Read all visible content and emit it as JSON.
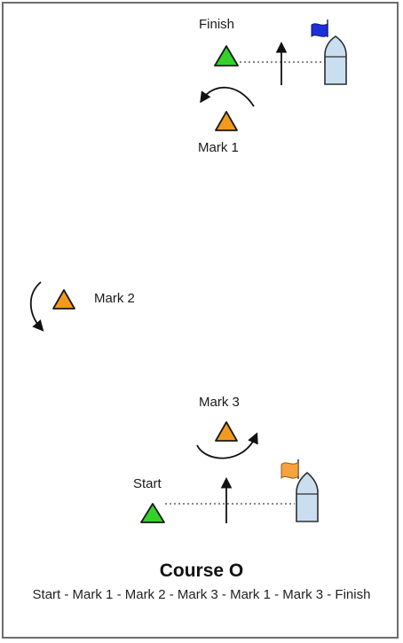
{
  "labels": {
    "finish": "Finish",
    "mark1": "Mark 1",
    "mark2": "Mark 2",
    "mark3": "Mark 3",
    "start": "Start"
  },
  "course": {
    "title": "Course O",
    "sequence": "Start - Mark 1 - Mark 2 - Mark 3 - Mark 1 - Mark 3 - Finish"
  },
  "colors": {
    "mark_fill": "#f39a1e",
    "line_mark_fill": "#35d12a",
    "committee_boat": "#c9dff0",
    "finish_flag": "#1d2fd6",
    "start_flag": "#f4a340",
    "frame": "#6e6e6e"
  },
  "icons": {
    "mark": "triangle-buoy",
    "line_mark": "triangle-buoy",
    "boat": "committee-boat",
    "rounding": "curved-arrow",
    "wind": "up-arrow"
  }
}
